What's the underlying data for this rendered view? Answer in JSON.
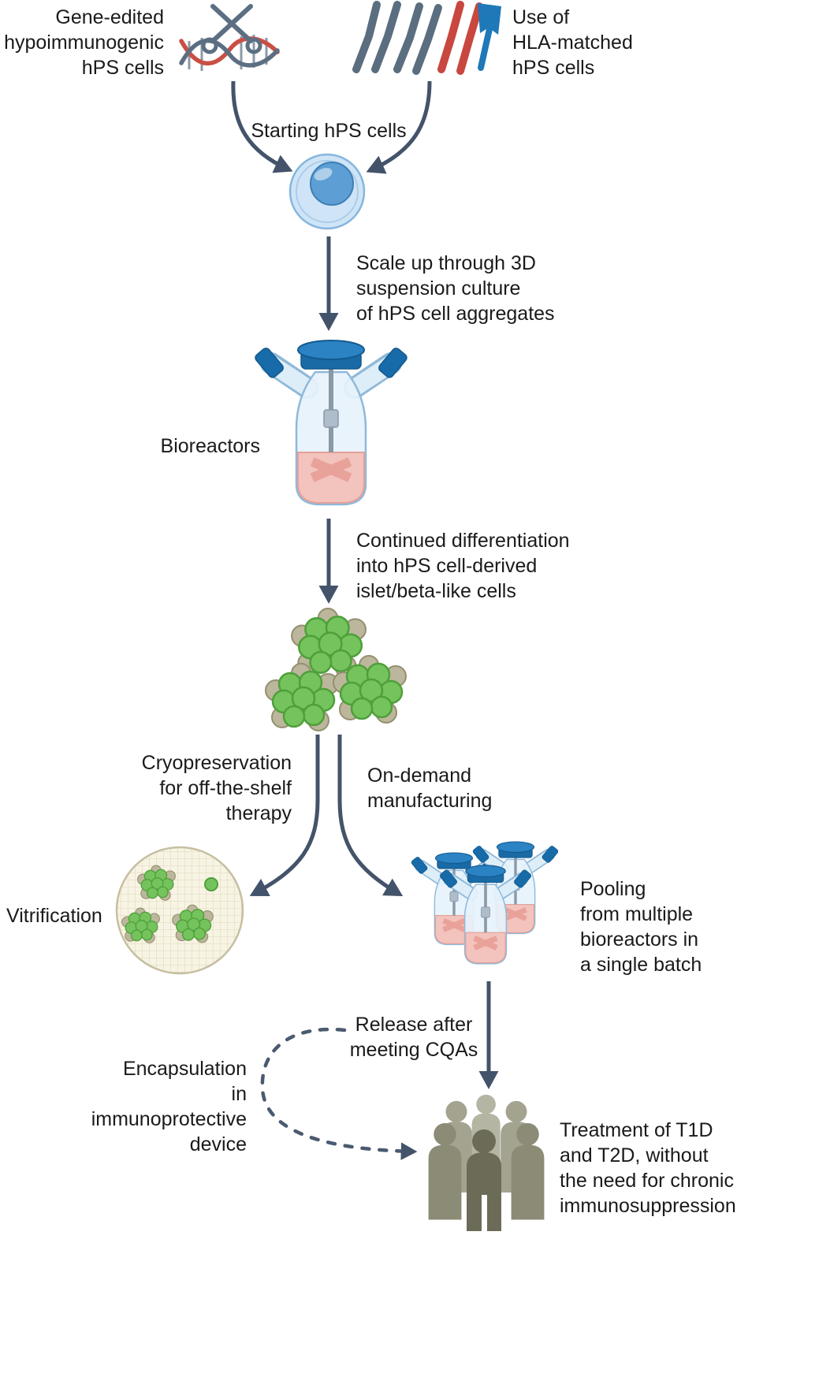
{
  "colors": {
    "arrow": "#43536a",
    "text": "#1a1a1a",
    "cell_blue": "#5d9fd4",
    "cell_blue_light": "#cfe4f6",
    "bioreactor_cap_blue": "#1a6aa6",
    "bioreactor_glass": "#e6f2fb",
    "liquid_pink": "#f4beb6",
    "cluster_green": "#74c35c",
    "cluster_tan": "#bcb79c",
    "people_olive_dark": "#6b6b57",
    "people_olive_light": "#a3a390",
    "dish_beige": "#f8f4e4",
    "dna_red": "#c94f45",
    "dna_gray": "#5c6f82",
    "chromosome_blue": "#1f78b8"
  },
  "icons": {
    "crispr_icon": "scissors-cutting-dna",
    "hla_icon": "chromosome-pairs-gray-red-blue",
    "cell_icon": "hps-cell",
    "bioreactor_icon": "stirred-tank-bioreactor",
    "islet_icon": "islet-cell-clusters",
    "vitrification_icon": "cryo-dish-with-clusters",
    "pooled_bioreactors_icon": "three-bioreactors",
    "patients_icon": "patient-group"
  },
  "labels": {
    "gene_edited": "Gene-edited\nhypoimmunogenic\nhPS cells",
    "hla_matched": "Use of\nHLA-matched\nhPS cells",
    "starting_cells": "Starting hPS cells",
    "scale_up": "Scale up through 3D\nsuspension culture\nof hPS cell aggregates",
    "bioreactors": "Bioreactors",
    "differentiation": "Continued differentiation\ninto hPS cell-derived\nislet/beta-like cells",
    "cryopreservation": "Cryopreservation\nfor off-the-shelf\ntherapy",
    "on_demand": "On-demand\nmanufacturing",
    "vitrification": "Vitrification",
    "pooling": "Pooling\nfrom multiple\nbioreactors in\na single batch",
    "release": "Release after\nmeeting CQAs",
    "encapsulation": "Encapsulation\nin immunoprotective\ndevice",
    "treatment": "Treatment of T1D\nand T2D, without\nthe need for chronic\nimmunosuppression"
  }
}
